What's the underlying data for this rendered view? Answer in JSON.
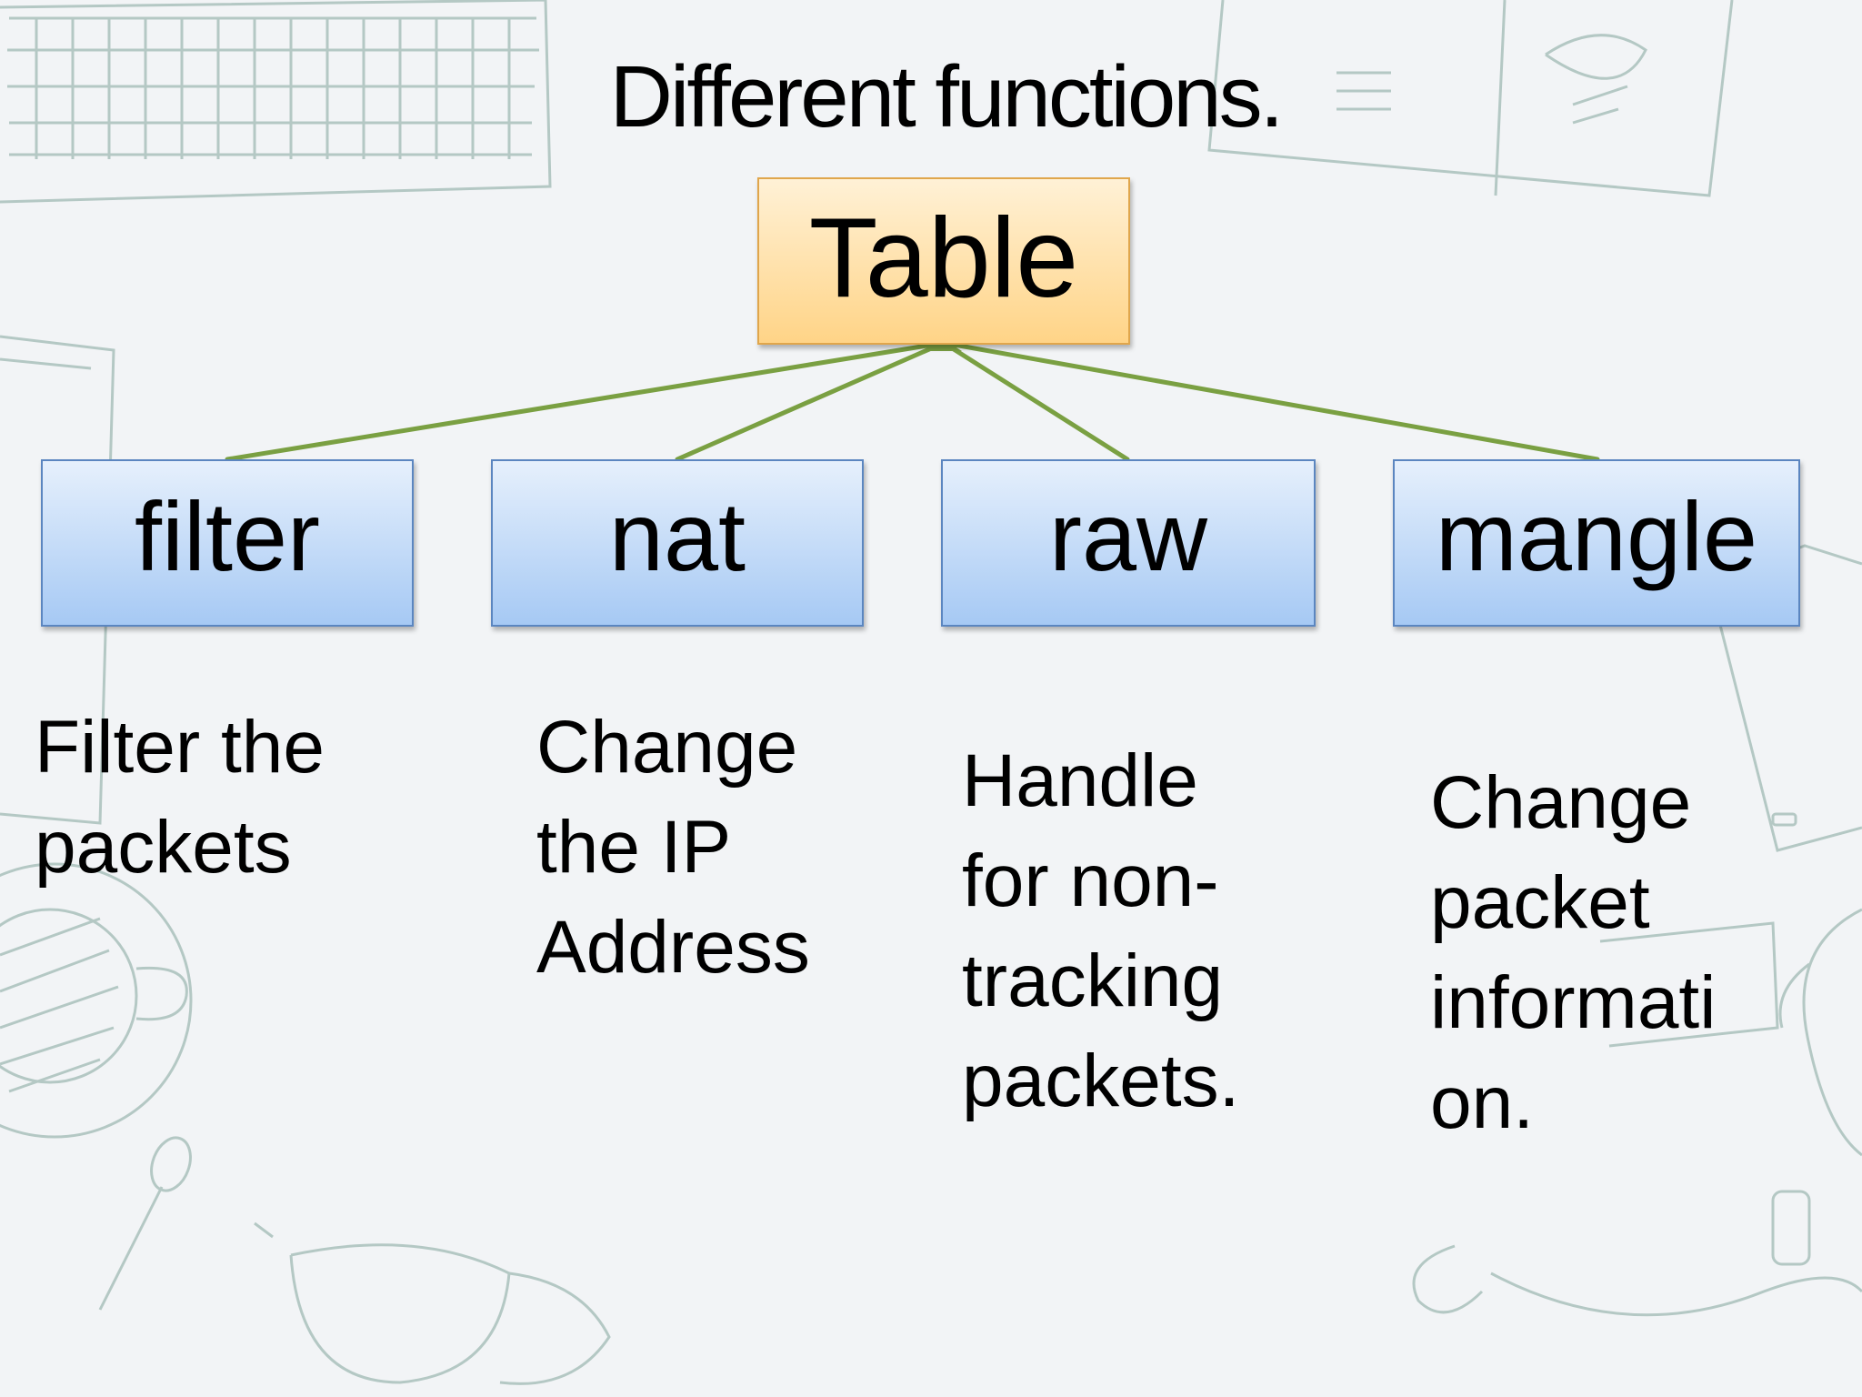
{
  "title": "Different functions.",
  "root": {
    "label": "Table"
  },
  "tables": [
    {
      "name": "filter",
      "description": [
        "Filter the",
        "packets"
      ]
    },
    {
      "name": "nat",
      "description": [
        "Change",
        "the IP",
        "Address"
      ]
    },
    {
      "name": "raw",
      "description": [
        "Handle",
        "for non-",
        "tracking",
        "packets."
      ]
    },
    {
      "name": "mangle",
      "description": [
        "Change",
        "packet",
        "informati",
        "on."
      ]
    }
  ],
  "colors": {
    "background": "#f2f4f6",
    "connector": "#7aa042",
    "root_fill": "#ffd487",
    "root_border": "#e0a64c",
    "child_fill": "#a6c9f4",
    "child_border": "#5b86c0",
    "doodle": "#b4c8c4"
  }
}
